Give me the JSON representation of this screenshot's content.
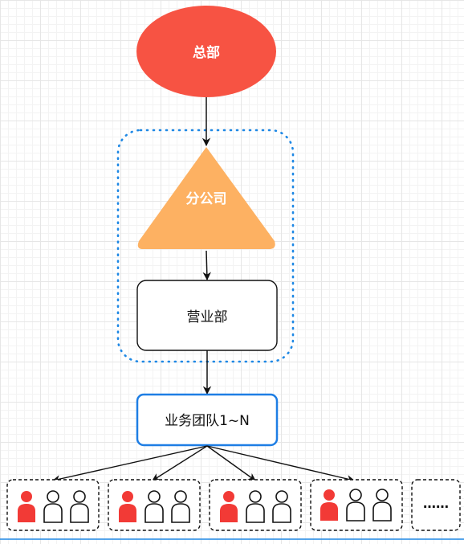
{
  "nodes": {
    "headquarters": "总部",
    "branch": "分公司",
    "sales_dept": "营业部",
    "team": "业务团队1~N",
    "more": "……"
  },
  "colors": {
    "headquarters_fill": "#f75343",
    "branch_fill": "#fdb162",
    "team_border": "#1e7ee4",
    "group_border": "#1e88e5",
    "member_highlight": "#f23a36",
    "bottom_line": "#1e88e5"
  },
  "teams": [
    {
      "members": [
        "leader",
        "member",
        "member"
      ]
    },
    {
      "members": [
        "leader",
        "member",
        "member"
      ]
    },
    {
      "members": [
        "leader",
        "member",
        "member"
      ]
    },
    {
      "members": [
        "leader",
        "member",
        "member"
      ]
    }
  ]
}
